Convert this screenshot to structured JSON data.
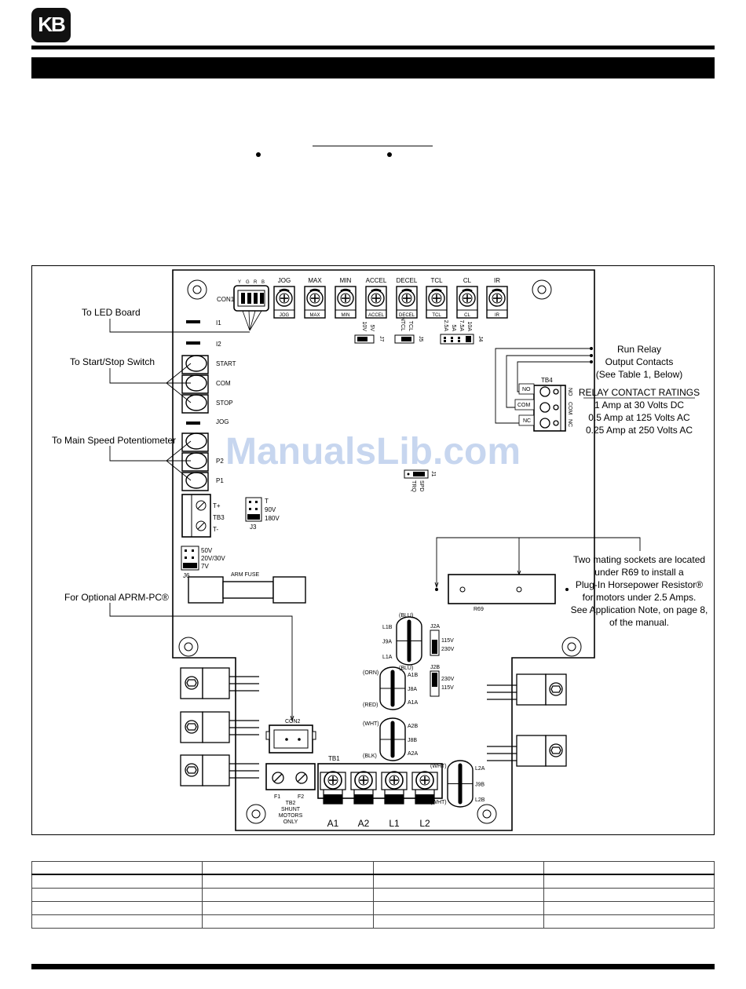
{
  "header": {
    "logo": "KB"
  },
  "watermark": "ManualsLib.com",
  "callouts": {
    "led_board": "To LED Board",
    "start_stop": "To Start/Stop Switch",
    "main_pot": "To Main Speed Potentiometer",
    "aprm": "For Optional APRM-PC®",
    "run_relay": [
      "Run Relay",
      "Output Contacts",
      "(See Table 1, Below)"
    ],
    "relay_title": "RELAY CONTACT RATINGS",
    "relay_ratings": [
      "1 Amp at 30 Volts DC",
      "0.5 Amp at 125 Volts AC",
      "0.25 Amp at 250 Volts AC"
    ],
    "mating": [
      "Two mating sockets are located",
      "under R69 to install a",
      "Plug-In Horsepower Resistor®",
      "for motors under 2.5 Amps.",
      "See Application Note, on page 8,",
      "of the manual."
    ]
  },
  "trimpots": [
    {
      "top": "JOG",
      "bottom": "JOG"
    },
    {
      "top": "MAX",
      "bottom": "MAX"
    },
    {
      "top": "MIN",
      "bottom": "MIN"
    },
    {
      "top": "ACCEL",
      "bottom": "ACCEL"
    },
    {
      "top": "DECEL",
      "bottom": "DECEL"
    },
    {
      "top": "TCL",
      "bottom": "TCL"
    },
    {
      "top": "CL",
      "bottom": "CL"
    },
    {
      "top": "IR",
      "bottom": "IR"
    }
  ],
  "con1": {
    "label": "CON1",
    "pins": [
      "Y",
      "G",
      "R",
      "B"
    ]
  },
  "left_terms": {
    "i1": "I1",
    "i2": "I2",
    "start": "START",
    "com": "COM",
    "stop": "STOP",
    "jog": "JOG",
    "p2": "P2",
    "p1": "P1",
    "tplus": "T+",
    "tb3": "TB3",
    "tminus": "T-"
  },
  "jumpers": {
    "j7": {
      "name": "J7",
      "opts": [
        "10V",
        "5V"
      ]
    },
    "j5": {
      "name": "J5",
      "opts": [
        "NTCL",
        "TCL"
      ]
    },
    "j4": {
      "name": "J4",
      "opts": [
        "2.5A",
        "5A",
        "7.5A",
        "10A"
      ]
    },
    "j1": {
      "name": "J1",
      "opts": [
        "SPD",
        "TRQ"
      ]
    },
    "j3": {
      "name": "J3",
      "opts": [
        "T",
        "90V",
        "180V"
      ]
    },
    "j6": {
      "name": "J6",
      "opts": [
        "50V",
        "20V/30V",
        "7V"
      ]
    },
    "j2a": {
      "name": "J2A",
      "opts": [
        "115V",
        "230V"
      ]
    },
    "j2b": {
      "name": "J2B",
      "opts": [
        "230V",
        "115V"
      ]
    }
  },
  "tb4": {
    "name": "TB4",
    "left": [
      "NO",
      "COM",
      "NC"
    ],
    "right": [
      "NO",
      "COM",
      "NC"
    ]
  },
  "arm_fuse": "ARM FUSE",
  "r69": "R69",
  "j9a": {
    "top": "(BLU)",
    "b": "L1B",
    "m": "J9A",
    "a": "L1A",
    "bottom": "(BLU)"
  },
  "j8a": {
    "top": "(ORN)",
    "b": "A1B",
    "m": "J8A",
    "a": "A1A",
    "bottom": "(RED)"
  },
  "j8b": {
    "top": "(WHT)",
    "b": "A2B",
    "m": "J8B",
    "a": "A2A",
    "bottom": "(BLK)"
  },
  "j9b": {
    "top": "(WHT)",
    "b": "L2A",
    "m": "J9B",
    "a": "L2B",
    "bottom": "(WHT)"
  },
  "con2": "CON2",
  "tb2": {
    "f1": "F1",
    "f2": "F2",
    "lines": [
      "TB2",
      "SHUNT",
      "MOTORS",
      "ONLY"
    ]
  },
  "tb1": {
    "name": "TB1",
    "terms": [
      "A1",
      "A2",
      "L1",
      "L2"
    ]
  }
}
